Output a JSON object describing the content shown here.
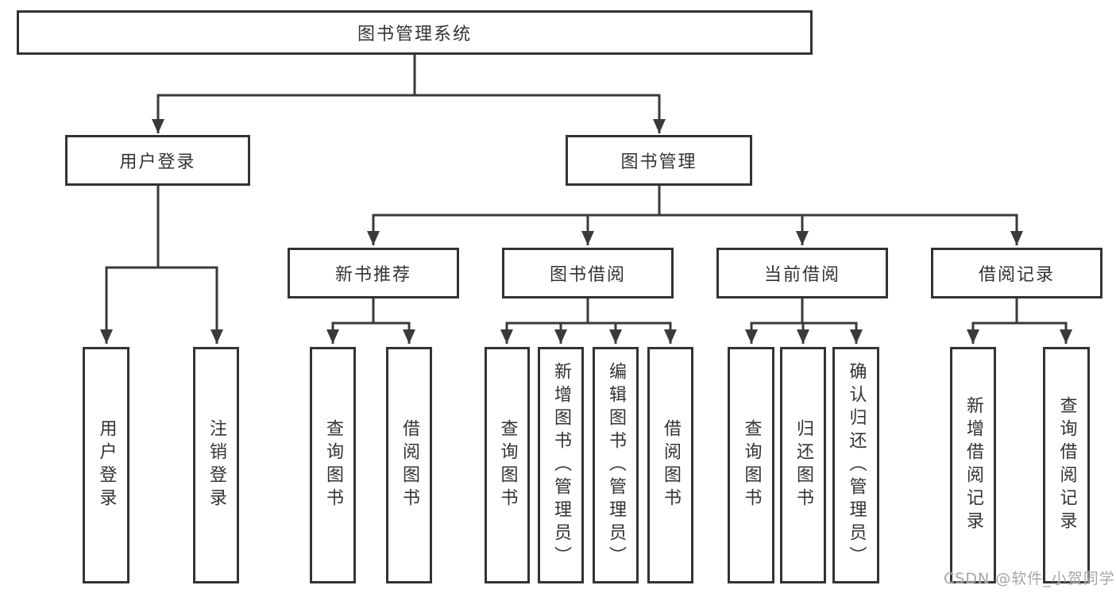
{
  "diagram": {
    "title": "图书管理系统",
    "level2": [
      {
        "id": "user-login",
        "label": "用户登录"
      },
      {
        "id": "book-management",
        "label": "图书管理"
      }
    ],
    "level3": [
      {
        "id": "new-book-recommend",
        "label": "新书推荐"
      },
      {
        "id": "book-borrow",
        "label": "图书借阅"
      },
      {
        "id": "current-borrow",
        "label": "当前借阅"
      },
      {
        "id": "borrow-records",
        "label": "借阅记录"
      }
    ],
    "leaves": [
      {
        "parent": "用户登录",
        "label": "用户登录"
      },
      {
        "parent": "用户登录",
        "label": "注销登录"
      },
      {
        "parent": "新书推荐",
        "label": "查询图书"
      },
      {
        "parent": "新书推荐",
        "label": "借阅图书"
      },
      {
        "parent": "图书借阅",
        "label": "查询图书"
      },
      {
        "parent": "图书借阅",
        "label": "新增图书（管理员）"
      },
      {
        "parent": "图书借阅",
        "label": "编辑图书（管理员）"
      },
      {
        "parent": "图书借阅",
        "label": "借阅图书"
      },
      {
        "parent": "当前借阅",
        "label": "查询图书"
      },
      {
        "parent": "当前借阅",
        "label": "归还图书"
      },
      {
        "parent": "当前借阅",
        "label": "确认归还（管理员）"
      },
      {
        "parent": "借阅记录",
        "label": "新增借阅记录"
      },
      {
        "parent": "借阅记录",
        "label": "查询借阅记录"
      }
    ],
    "watermark": "CSDN @软件_小贺同学",
    "colors": {
      "line": "#3a3a3a",
      "box_border": "#333333",
      "text": "#333333",
      "watermark": "#9e9e9e",
      "background": "#ffffff"
    }
  }
}
